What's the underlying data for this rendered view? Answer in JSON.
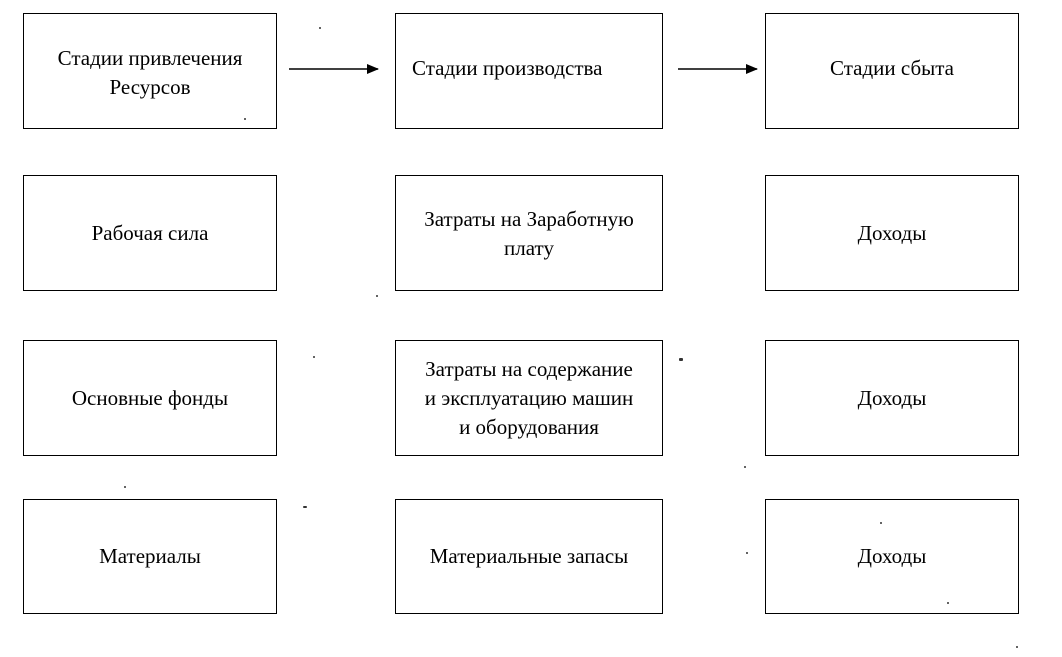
{
  "headers": [
    "Стадии привлечения\nРесурсов",
    "Стадии производства",
    "Стадии сбыта"
  ],
  "rows": [
    [
      "Рабочая сила",
      "Затраты на Заработную\nплату",
      "Доходы"
    ],
    [
      "Основные фонды",
      "Затраты на содержание\nи эксплуатацию машин\nи оборудования",
      "Доходы"
    ],
    [
      "Материалы",
      "Материальные запасы",
      "Доходы"
    ]
  ]
}
